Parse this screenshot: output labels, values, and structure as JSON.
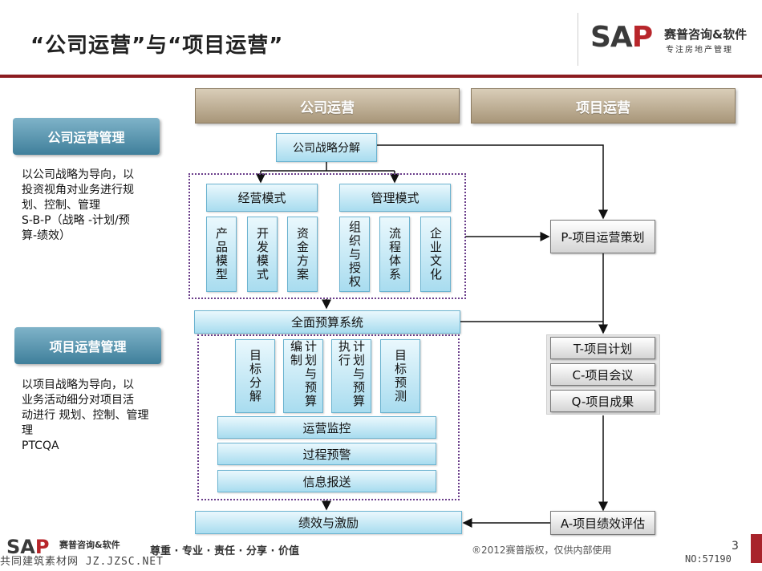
{
  "title": "“公司运营”与“项目运营”",
  "logo": {
    "sap": "SA",
    "sap_p": "P",
    "cn_name": "赛普咨询&软件",
    "tagline": "专注房地产管理"
  },
  "columns": {
    "company": "公司运营",
    "project": "项目运营"
  },
  "left": {
    "company_mgmt": {
      "label": "公司运营管理",
      "text": "以公司战略为导向，以\n投资视角对业务进行规\n划、控制、管理\nS-B-P（战略 -计划/预\n算-绩效）"
    },
    "project_mgmt": {
      "label": "项目运营管理",
      "text": "以项目战略为导向，以\n业务活动细分对项目活\n动进行 规划、控制、管理\n理\nPTCQA"
    }
  },
  "flow": {
    "strategy": "公司战略分解",
    "business_model": "经营模式",
    "management_model": "管理模式",
    "biz_items": [
      "产品模型",
      "开发模式",
      "资金方案"
    ],
    "mgmt_items": [
      "组织与授权",
      "流程体系",
      "企业文化"
    ],
    "budget_system": "全面预算系统",
    "budget_items": [
      "目标分解",
      "计划与预算编制",
      "计划与预算执行",
      "目标预测"
    ],
    "monitoring": "运营监控",
    "process_warning": "过程预警",
    "info_report": "信息报送",
    "performance": "绩效与激励"
  },
  "project_flow": {
    "p": "P-项目运营策划",
    "t": "T-项目计划",
    "c": "C-项目会议",
    "q": "Q-项目成果",
    "a": "A-项目绩效评估"
  },
  "footer": {
    "sap": "SA",
    "sap_p": "P",
    "cn_name": "赛普咨询&软件",
    "slogan": "尊重 · 专业 · 责任 · 分享 · 价值",
    "copyright": "®2012赛普版权，仅供内部使用",
    "page": "3",
    "watermark": "共同建筑素材网 JZ.JZSC.NET",
    "code": "NO:57190"
  },
  "colors": {
    "brand_red": "#8c1c20",
    "header_tan": "#a89679",
    "side_blue": "#3f7f9b",
    "box_blue": "#a8dcef",
    "dotted_purple": "#6a3d8a"
  }
}
